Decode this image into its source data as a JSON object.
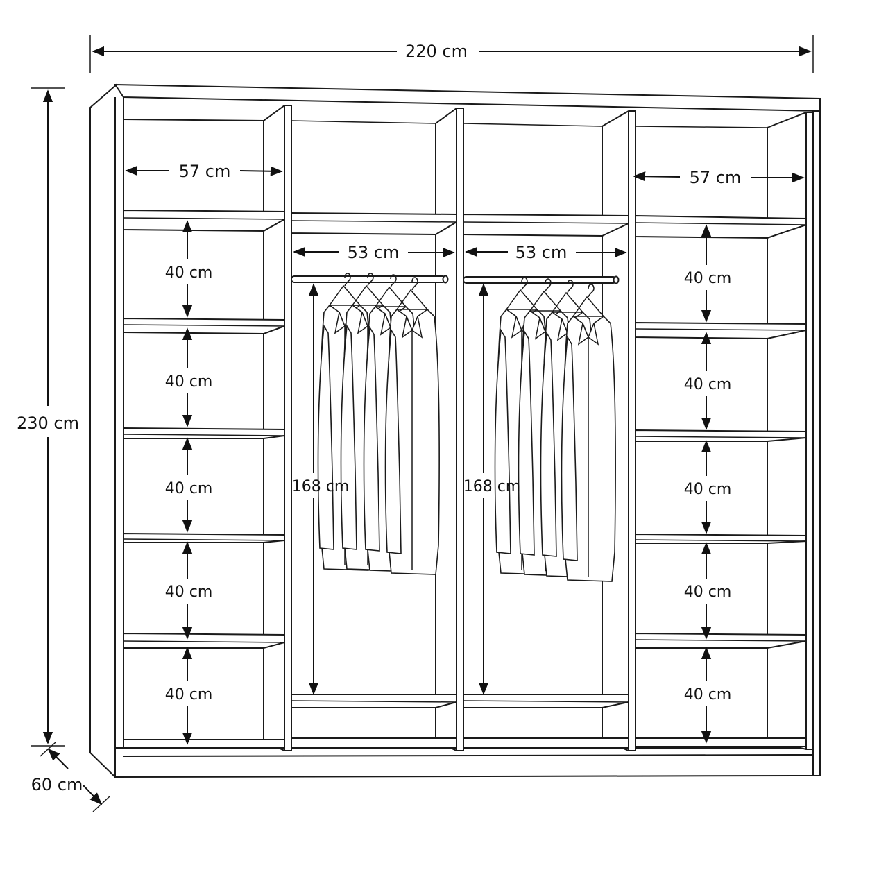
{
  "overall": {
    "width_label": "220 cm",
    "height_label": "230 cm",
    "depth_label": "60 cm"
  },
  "left_section": {
    "width_label": "57 cm",
    "shelf_spacing_labels": [
      "40 cm",
      "40 cm",
      "40 cm",
      "40 cm",
      "40 cm"
    ]
  },
  "hanging_left": {
    "rail_width_label": "53 cm",
    "hanging_height_label": "168 cm"
  },
  "hanging_right": {
    "rail_width_label": "53 cm",
    "hanging_height_label": "168 cm"
  },
  "right_section": {
    "width_label": "57 cm",
    "shelf_spacing_labels": [
      "40 cm",
      "40 cm",
      "40 cm",
      "40 cm",
      "40 cm"
    ]
  }
}
